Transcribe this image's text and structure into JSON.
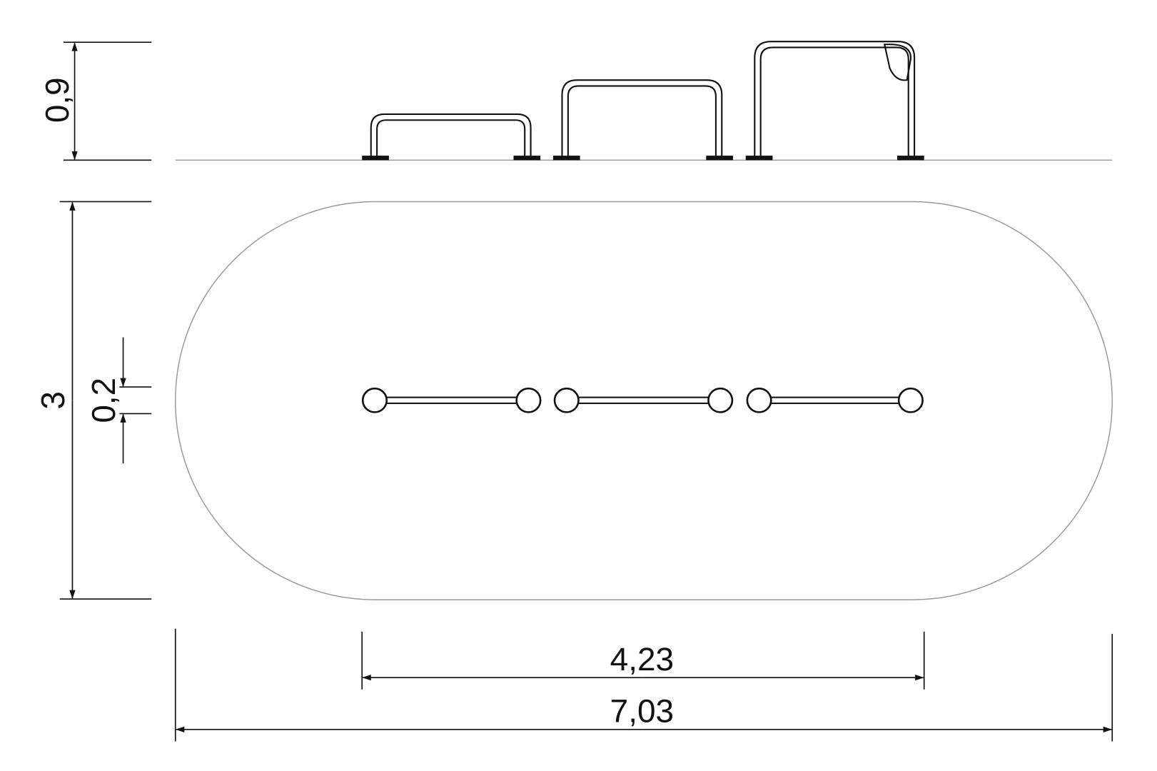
{
  "title": "Playground equipment dimension drawing - three stepped bars",
  "dimensions": {
    "height_elevation": "0,9",
    "area_width": "3",
    "bar_spacing": "0,2",
    "equipment_length": "4,23",
    "area_length": "7,03"
  },
  "colors": {
    "line": "#111111",
    "outline": "#999999",
    "background": "#ffffff"
  }
}
